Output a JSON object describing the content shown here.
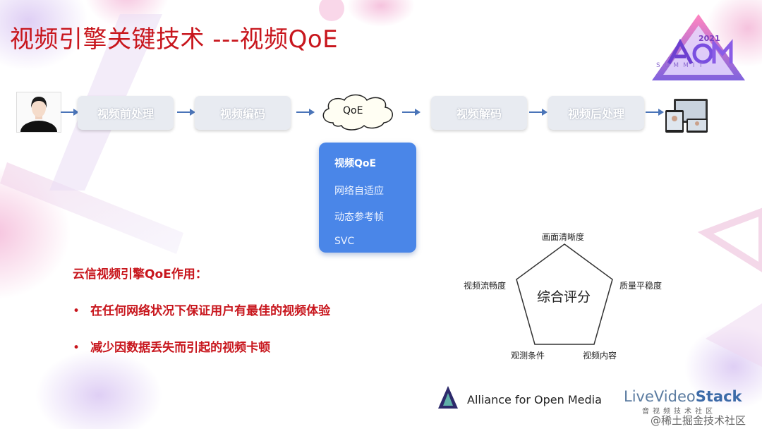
{
  "title": "视频引擎关键技术 ---视频QoE",
  "summit": {
    "year": "2021",
    "word": "SUMMIT"
  },
  "pipeline": {
    "stages": [
      "视频前处理",
      "视频编码",
      "视频解码",
      "视频后处理"
    ],
    "cloud_label": "QoE"
  },
  "card": {
    "items": [
      "视频QoE",
      "网络自适应",
      "动态参考帧",
      "SVC"
    ],
    "color": "#4a86e8"
  },
  "effects": {
    "heading": "云信视频引擎QoE作用：",
    "bullet_symbol": "•",
    "bullets": [
      "在任何网络状况下保证用户有最佳的视频体验",
      "减少因数据丢失而引起的视频卡顿"
    ]
  },
  "pentagon": {
    "center": "综合评分",
    "top": "画面清晰度",
    "right": "质量平稳度",
    "bottom_right": "视频内容",
    "bottom_left": "观测条件",
    "left": "视频流畅度"
  },
  "footer": {
    "aom": "Alliance for Open Media",
    "lvs_prefix": "Live",
    "lvs_mid": "Video",
    "lvs_suffix": "Stack",
    "lvs_sub": "音视频技术社区",
    "watermark": "@稀土掘金技术社区"
  },
  "colors": {
    "accent_red": "#c8161d",
    "stage_bg": "#e8ebf1",
    "arrow": "#4a74b8"
  }
}
